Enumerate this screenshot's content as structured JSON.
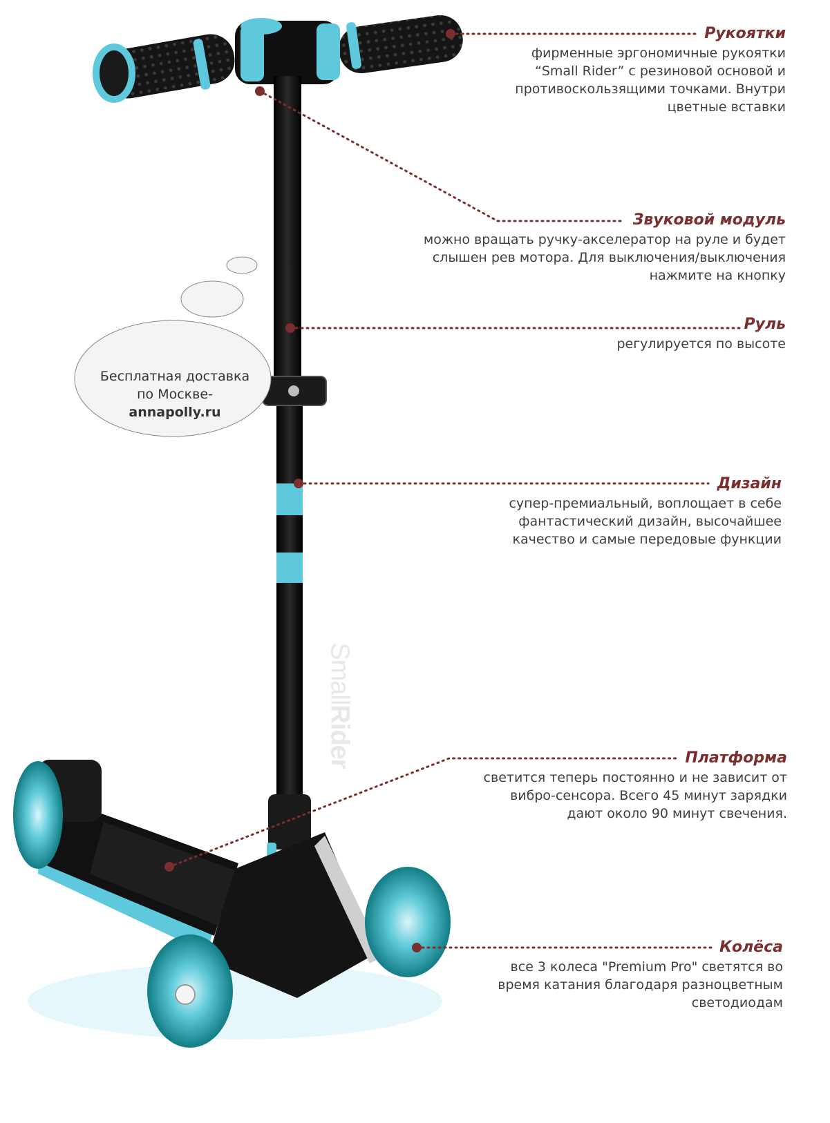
{
  "callouts": [
    {
      "title": "Рукоятки",
      "desc": [
        "фирменные эргономичные рукоятки",
        "“Small Rider” с резиновой основой и",
        "противоскользящими точками. Внутри",
        "цветные вставки"
      ]
    },
    {
      "title": "Звуковой модуль",
      "desc": [
        "можно вращать ручку-акселератор на руле и будет",
        "слышен рев мотора. Для выключения/выключения",
        "нажмите на кнопку"
      ]
    },
    {
      "title": "Руль",
      "desc": [
        "регулируется по высоте"
      ]
    },
    {
      "title": "Дизайн",
      "desc": [
        "супер-премиальный, воплощает в себе",
        "фантастический дизайн, высочайшее",
        "качество и самые передовые функции"
      ]
    },
    {
      "title": "Платформа",
      "desc": [
        "светится теперь постоянно и не зависит от",
        "вибро-сенсора. Всего 45 минут зарядки",
        "дают около 90 минут свечения."
      ]
    },
    {
      "title": "Колёса",
      "desc": [
        "все 3 колеса \"Premium Pro\" светятся во",
        "время катания благодаря разноцветным",
        "светодиодам"
      ]
    }
  ],
  "bubble": {
    "line1": "Бесплатная доставка",
    "line2": "по Москве-",
    "site": "annapolly.ru"
  },
  "brand": {
    "part1": "Small",
    "part2": "Rider"
  },
  "colors": {
    "accent": "#6ad3e6",
    "frame": "#111111",
    "title": "#7a2e2e",
    "dot": "#7a2e2e"
  }
}
